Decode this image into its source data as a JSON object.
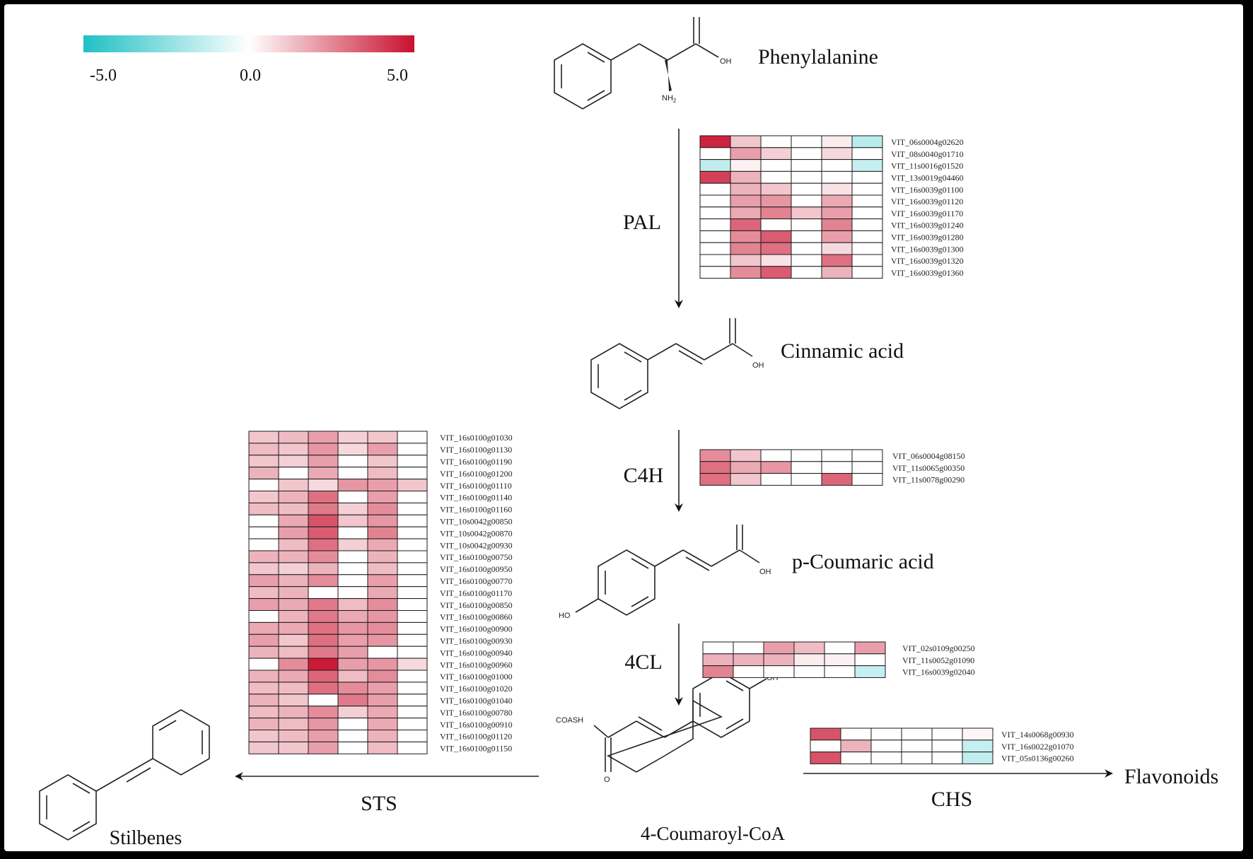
{
  "colors": {
    "low": "#20c0c4",
    "mid": "#ffffff",
    "high": "#c8102e",
    "cell_border": "#1a1a1a"
  },
  "legend": {
    "min_label": "-5.0",
    "mid_label": "0.0",
    "max_label": "5.0",
    "min": -5,
    "max": 5
  },
  "compounds": {
    "phenylalanine": "Phenylalanine",
    "cinnamic": "Cinnamic acid",
    "coumaric": "p-Coumaric acid",
    "coumaroyl": "4-Coumaroyl-CoA",
    "flavonoids": "Flavonoids",
    "stilbenes": "Stilbenes"
  },
  "enzymes": {
    "pal": "PAL",
    "c4h": "C4H",
    "cl4": "4CL",
    "sts": "STS",
    "chs": "CHS"
  },
  "atoms": {
    "oh": "OH",
    "nh2": "NH",
    "nh2_sub": "2",
    "coash": "COASH"
  },
  "heatmaps": [
    {
      "id": "pal",
      "genes": [
        "VIT_06s0004g02620",
        "VIT_08s0040g01710",
        "VIT_11s0016g01520",
        "VIT_13s0019g04460",
        "VIT_16s0039g01100",
        "VIT_16s0039g01120",
        "VIT_16s0039g01170",
        "VIT_16s0039g01240",
        "VIT_16s0039g01280",
        "VIT_16s0039g01300",
        "VIT_16s0039g01320",
        "VIT_16s0039g01360"
      ],
      "values": [
        [
          4.6,
          1.2,
          0,
          0,
          0.4,
          -1.6
        ],
        [
          0,
          2.0,
          1.0,
          0,
          0.8,
          0
        ],
        [
          -1.4,
          0.3,
          0,
          0,
          0,
          -1.3
        ],
        [
          4.0,
          1.6,
          0,
          0,
          0,
          0
        ],
        [
          0,
          1.6,
          1.2,
          0,
          0.6,
          0
        ],
        [
          0,
          2.0,
          2.2,
          0,
          1.8,
          0
        ],
        [
          0,
          1.8,
          2.6,
          1.2,
          2.0,
          0
        ],
        [
          0,
          3.2,
          0,
          0,
          2.6,
          0
        ],
        [
          0,
          2.4,
          3.4,
          0,
          2.0,
          0
        ],
        [
          0,
          2.6,
          3.0,
          0,
          0.8,
          0
        ],
        [
          0,
          1.2,
          0.6,
          0,
          3.0,
          0
        ],
        [
          0,
          2.4,
          3.4,
          0,
          1.6,
          0
        ]
      ]
    },
    {
      "id": "c4h",
      "genes": [
        "VIT_06s0004g08150",
        "VIT_11s0065g00350",
        "VIT_11s0078g00290"
      ],
      "values": [
        [
          2.4,
          1.2,
          0,
          0,
          0,
          0
        ],
        [
          3.0,
          1.8,
          2.2,
          0,
          0,
          0
        ],
        [
          3.0,
          1.2,
          0,
          0,
          3.2,
          0
        ]
      ]
    },
    {
      "id": "cl4",
      "genes": [
        "VIT_02s0109g00250",
        "VIT_11s0052g01090",
        "VIT_16s0039g02040"
      ],
      "values": [
        [
          0,
          0,
          2.0,
          1.4,
          0,
          2.0
        ],
        [
          1.6,
          1.6,
          1.6,
          0.4,
          0.3,
          0
        ],
        [
          2.6,
          0,
          0,
          0,
          0,
          -1.3
        ]
      ]
    },
    {
      "id": "chs",
      "genes": [
        "VIT_14s0068g00930",
        "VIT_16s0022g01070",
        "VIT_05s0136g00260"
      ],
      "values": [
        [
          3.6,
          0,
          0,
          0,
          0,
          0.2
        ],
        [
          0,
          1.6,
          0,
          0,
          0,
          -1.3
        ],
        [
          3.6,
          0,
          0,
          0,
          0,
          -1.4
        ]
      ]
    },
    {
      "id": "sts",
      "genes": [
        "VIT_16s0100g01030",
        "VIT_16s0100g01130",
        "VIT_16s0100g01190",
        "VIT_16s0100g01200",
        "VIT_16s0100g01110",
        "VIT_16s0100g01140",
        "VIT_16s0100g01160",
        "VIT_10s0042g00850",
        "VIT_10s0042g00870",
        "VIT_10s0042g00930",
        "VIT_16s0100g00750",
        "VIT_16s0100g00950",
        "VIT_16s0100g00770",
        "VIT_16s0100g01170",
        "VIT_16s0100g00850",
        "VIT_16s0100g00860",
        "VIT_16s0100g00900",
        "VIT_16s0100g00930",
        "VIT_16s0100g00940",
        "VIT_16s0100g00960",
        "VIT_16s0100g01000",
        "VIT_16s0100g01020",
        "VIT_16s0100g01040",
        "VIT_16s0100g00780",
        "VIT_16s0100g00910",
        "VIT_16s0100g01120",
        "VIT_16s0100g01150"
      ],
      "values": [
        [
          1.2,
          1.4,
          2.0,
          1.0,
          1.2,
          0
        ],
        [
          1.4,
          1.2,
          2.2,
          0.8,
          2.0,
          0
        ],
        [
          1.2,
          1.0,
          2.0,
          0,
          1.2,
          0
        ],
        [
          1.6,
          0,
          1.8,
          0,
          1.4,
          0
        ],
        [
          0,
          1.2,
          0.8,
          2.2,
          2.0,
          1.2
        ],
        [
          1.2,
          1.6,
          3.0,
          0,
          2.0,
          0
        ],
        [
          1.4,
          1.4,
          2.8,
          1.0,
          2.4,
          0
        ],
        [
          0,
          1.8,
          3.6,
          1.2,
          2.2,
          0
        ],
        [
          0,
          2.0,
          3.4,
          0,
          2.6,
          0
        ],
        [
          0,
          1.4,
          3.0,
          1.0,
          1.8,
          0
        ],
        [
          1.6,
          1.6,
          2.4,
          0,
          1.6,
          0
        ],
        [
          1.2,
          1.0,
          1.6,
          0,
          1.4,
          0
        ],
        [
          2.0,
          1.6,
          2.4,
          0,
          2.0,
          0
        ],
        [
          1.4,
          1.6,
          0,
          0,
          1.8,
          0
        ],
        [
          2.0,
          1.8,
          2.8,
          1.4,
          2.4,
          0
        ],
        [
          0,
          1.6,
          2.8,
          1.8,
          2.2,
          0
        ],
        [
          1.8,
          1.8,
          3.0,
          2.2,
          2.4,
          0
        ],
        [
          2.0,
          1.2,
          3.0,
          2.0,
          2.2,
          0
        ],
        [
          1.6,
          1.4,
          2.8,
          2.0,
          0,
          0
        ],
        [
          0,
          2.4,
          4.8,
          2.0,
          2.2,
          0.8
        ],
        [
          1.6,
          1.8,
          3.2,
          1.4,
          2.4,
          0
        ],
        [
          1.4,
          1.4,
          3.0,
          2.4,
          2.0,
          0
        ],
        [
          1.6,
          1.2,
          0,
          2.8,
          2.0,
          0
        ],
        [
          1.4,
          1.6,
          2.4,
          1.0,
          1.8,
          0
        ],
        [
          1.6,
          1.4,
          2.2,
          0,
          1.8,
          0
        ],
        [
          1.2,
          1.4,
          2.0,
          0,
          1.6,
          0
        ],
        [
          1.2,
          1.2,
          2.0,
          0,
          1.4,
          0
        ]
      ]
    }
  ]
}
